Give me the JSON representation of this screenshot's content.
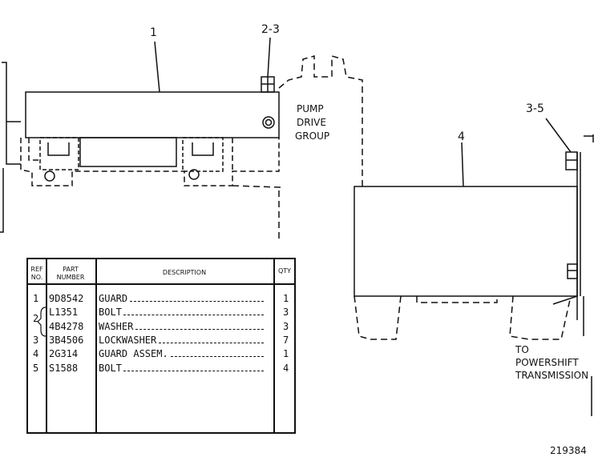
{
  "callouts": {
    "c1": "1",
    "c2_3": "2-3",
    "c3_5": "3-5",
    "c4": "4"
  },
  "annotations": {
    "pump_drive_group": [
      "PUMP",
      "DRIVE",
      "GROUP"
    ],
    "to_powershift": [
      "TO",
      "POWERSHIFT",
      "TRANSMISSION"
    ]
  },
  "figure_number": "219384",
  "parts_table": {
    "headers": {
      "ref_no": [
        "REF",
        "NO."
      ],
      "part_number": [
        "PART",
        "NUMBER"
      ],
      "description": "DESCRIPTION",
      "qty": "QTY"
    },
    "rows": [
      {
        "ref": "1",
        "part": "9D8542",
        "desc": "GUARD",
        "qty": "1"
      },
      {
        "ref": "",
        "part": "L1351",
        "desc": "BOLT",
        "qty": "3"
      },
      {
        "ref": "",
        "part": "4B4278",
        "desc": "WASHER",
        "qty": "3"
      },
      {
        "ref": "3",
        "part": "3B4506",
        "desc": "LOCKWASHER",
        "qty": "7"
      },
      {
        "ref": "4",
        "part": "2G314",
        "desc": "GUARD ASSEM.",
        "qty": "1"
      },
      {
        "ref": "5",
        "part": "S1588",
        "desc": "BOLT",
        "qty": "4"
      }
    ],
    "group_ref": "2"
  }
}
